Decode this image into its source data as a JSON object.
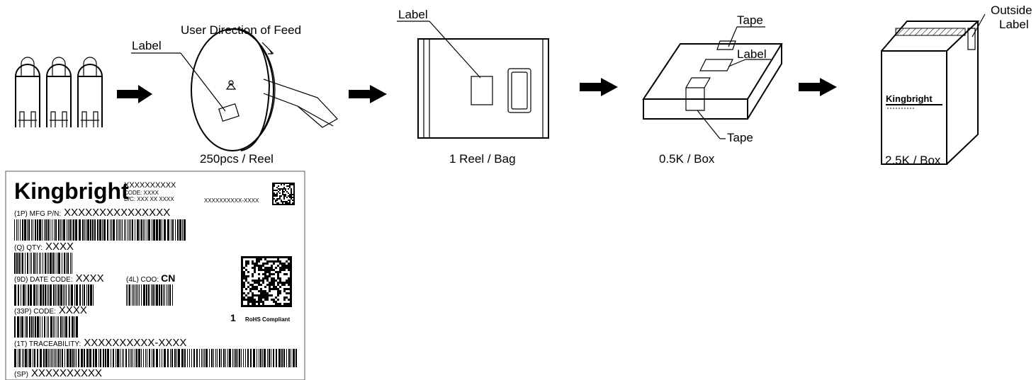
{
  "flow": {
    "step1": {
      "callout_label": "Label",
      "title": "User Direction of Feed",
      "caption": "250pcs / Reel"
    },
    "step2": {
      "callout_label": "Label",
      "caption": "1 Reel / Bag"
    },
    "step3": {
      "callout_tape_top": "Tape",
      "callout_label": "Label",
      "callout_tape_bottom": "Tape",
      "caption": "0.5K / Box"
    },
    "step4": {
      "callout_outside": "Outside",
      "callout_label": "Label",
      "box_brand": "Kingbright",
      "caption": "2.5K / Box"
    }
  },
  "label_sample": {
    "brand": "Kingbright",
    "header_code": "XXXXXXXXXX",
    "code_line": "CODE: XXXX",
    "dc_line": "D/C: XXX XX XXXX",
    "side_code": "XXXXXXXXXX-XXXX",
    "mfg_prefix": "(1P) MFG P/N:",
    "mfg_value": "XXXXXXXXXXXXXXX",
    "qty_prefix": "(Q) QTY:",
    "qty_value": "XXXX",
    "date_prefix": "(9D) DATE CODE:",
    "date_value": "XXXX",
    "coo_prefix": "(4L) COO:",
    "coo_value": "CN",
    "code_prefix": "(33P) CODE:",
    "code_value": "XXXX",
    "rank_number": "1",
    "rohs": "RoHS Compliant",
    "trace_prefix": "(1T) TRACEABILITY:",
    "trace_value": "XXXXXXXXXX-XXXX",
    "sp_prefix": "(SP)",
    "sp_value": "XXXXXXXXXX"
  }
}
